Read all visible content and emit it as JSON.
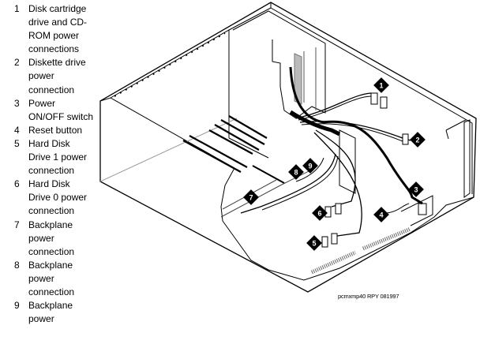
{
  "legend": [
    {
      "number": "1",
      "label": "Disk cartridge drive and CD-ROM power connections"
    },
    {
      "number": "2",
      "label": "Diskette drive power connection"
    },
    {
      "number": "3",
      "label": "Power ON/OFF switch"
    },
    {
      "number": "4",
      "label": "Reset button"
    },
    {
      "number": "5",
      "label": "Hard Disk Drive 1 power connection"
    },
    {
      "number": "6",
      "label": "Hard Disk Drive 0 power connection"
    },
    {
      "number": "7",
      "label": "Backplane power connection"
    },
    {
      "number": "8",
      "label": "Backplane power connection"
    },
    {
      "number": "9",
      "label": "Backplane power"
    }
  ],
  "callouts": [
    "1",
    "2",
    "3",
    "4",
    "5",
    "6",
    "7",
    "8",
    "9"
  ],
  "caption": "pcmxmp40 RPY 081997"
}
